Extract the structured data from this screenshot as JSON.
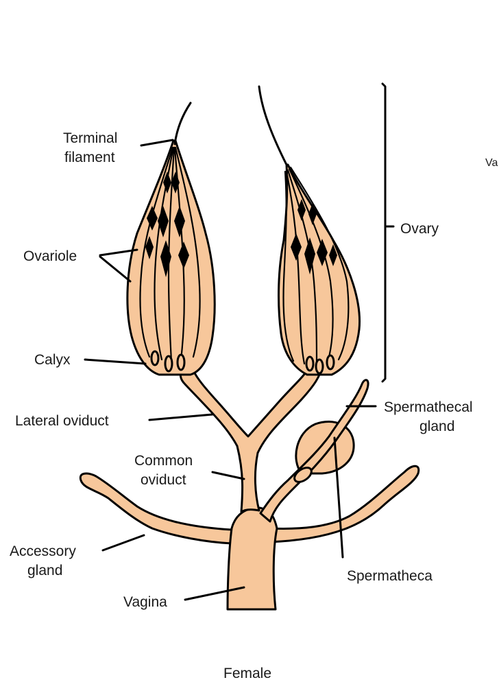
{
  "labels": {
    "terminal_filament_1": "Terminal",
    "terminal_filament_2": "filament",
    "ovariole": "Ovariole",
    "calyx": "Calyx",
    "lateral_oviduct": "Lateral oviduct",
    "common_oviduct_1": "Common",
    "common_oviduct_2": "oviduct",
    "accessory_gland_1": "Accessory",
    "accessory_gland_2": "gland",
    "vagina": "Vagina",
    "ovary": "Ovary",
    "spermathecal_gland_1": "Spermathecal",
    "spermathecal_gland_2": "gland",
    "spermatheca": "Spermatheca",
    "edge_fragment": "Va"
  },
  "caption": "Female",
  "colors": {
    "tissue": "#f7c79b",
    "outline": "#000000",
    "text": "#1a1a1a"
  }
}
